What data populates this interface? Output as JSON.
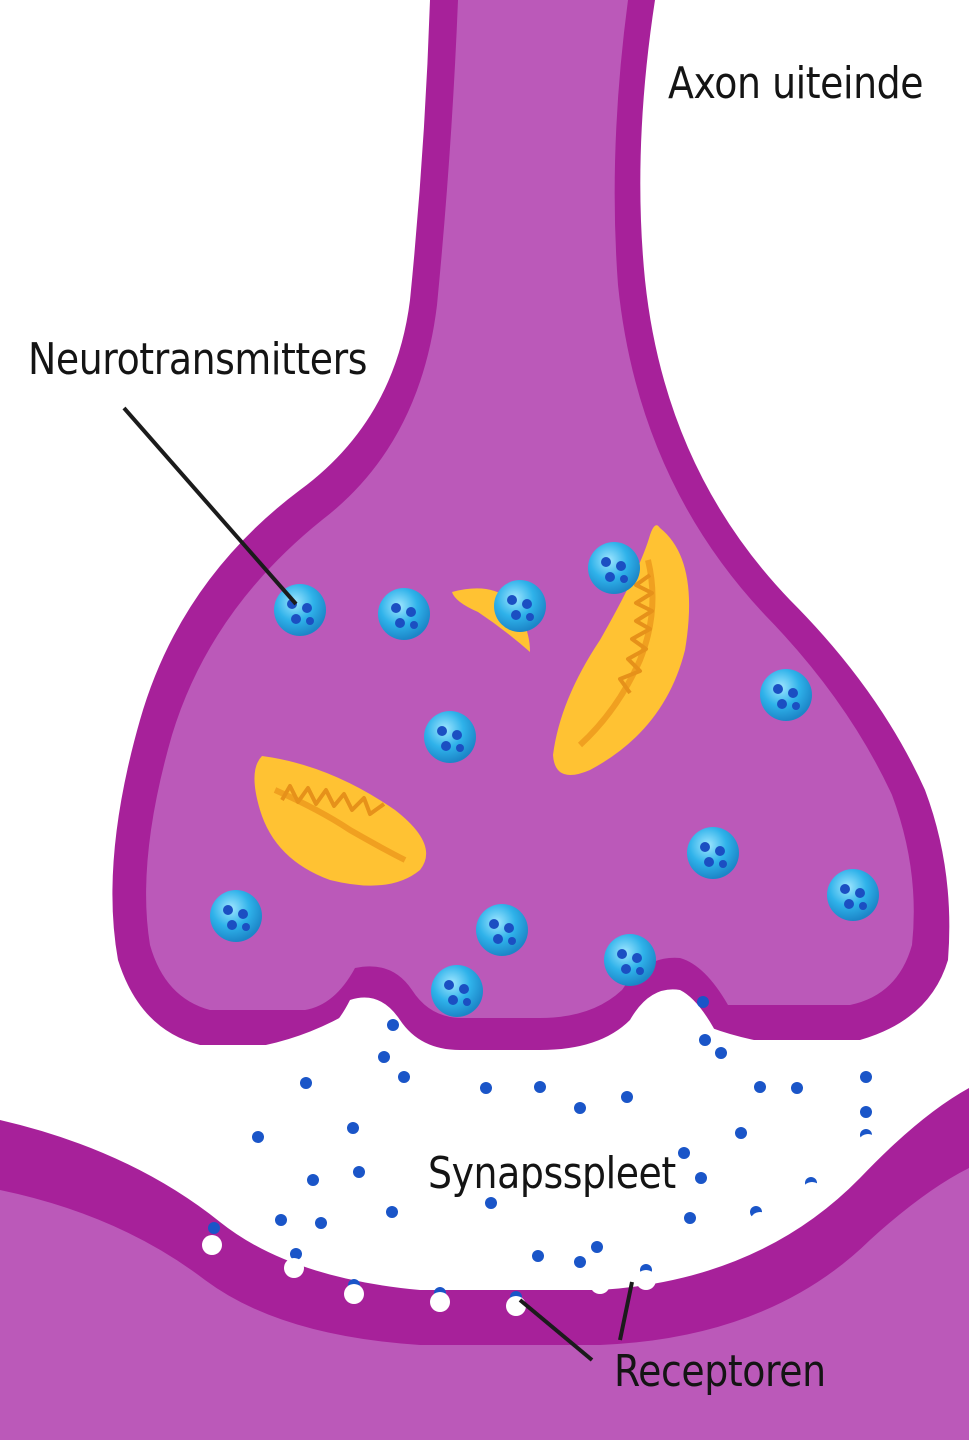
{
  "labels": {
    "axon_terminal": "Axon uiteinde",
    "neurotransmitters": "Neurotransmitters",
    "synaptic_cleft": "Synapsspleet",
    "receptors": "Receptoren"
  },
  "colors": {
    "membrane": "#a7219a",
    "cytoplasm": "#bb59b9",
    "cleft": "#ffffff",
    "vesicle": "#2aa9e0",
    "vesicle_inner": "#1e62c8",
    "mitochondrion": "#ffc233",
    "mitochondrion_inner": "#f29a1a",
    "dot": "#1a55c8",
    "pointer": "#1b1b1b"
  }
}
